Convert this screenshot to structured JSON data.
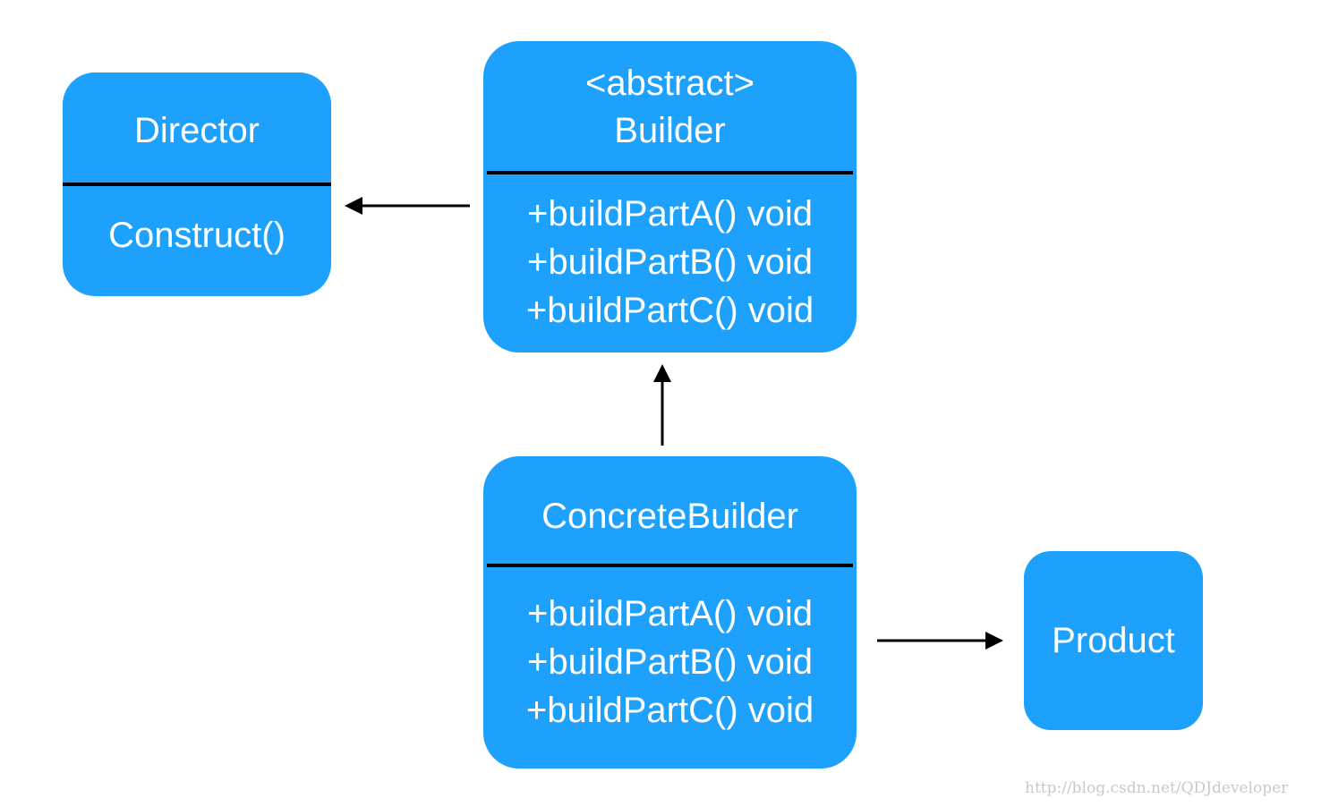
{
  "director": {
    "title": "Director",
    "methods": [
      "Construct()"
    ]
  },
  "builder": {
    "title_lines": [
      "<abstract>",
      "Builder"
    ],
    "methods": [
      "+buildPartA() void",
      "+buildPartB() void",
      "+buildPartC() void"
    ]
  },
  "concrete_builder": {
    "title": "ConcreteBuilder",
    "methods": [
      "+buildPartA() void",
      "+buildPartB() void",
      "+buildPartC() void"
    ]
  },
  "product": {
    "title": "Product"
  },
  "watermark": "http://blog.csdn.net/QDJdeveloper",
  "colors": {
    "box_fill": "#1da1fc",
    "box_text": "#ffffff",
    "divider": "#000000",
    "arrow": "#000000"
  }
}
